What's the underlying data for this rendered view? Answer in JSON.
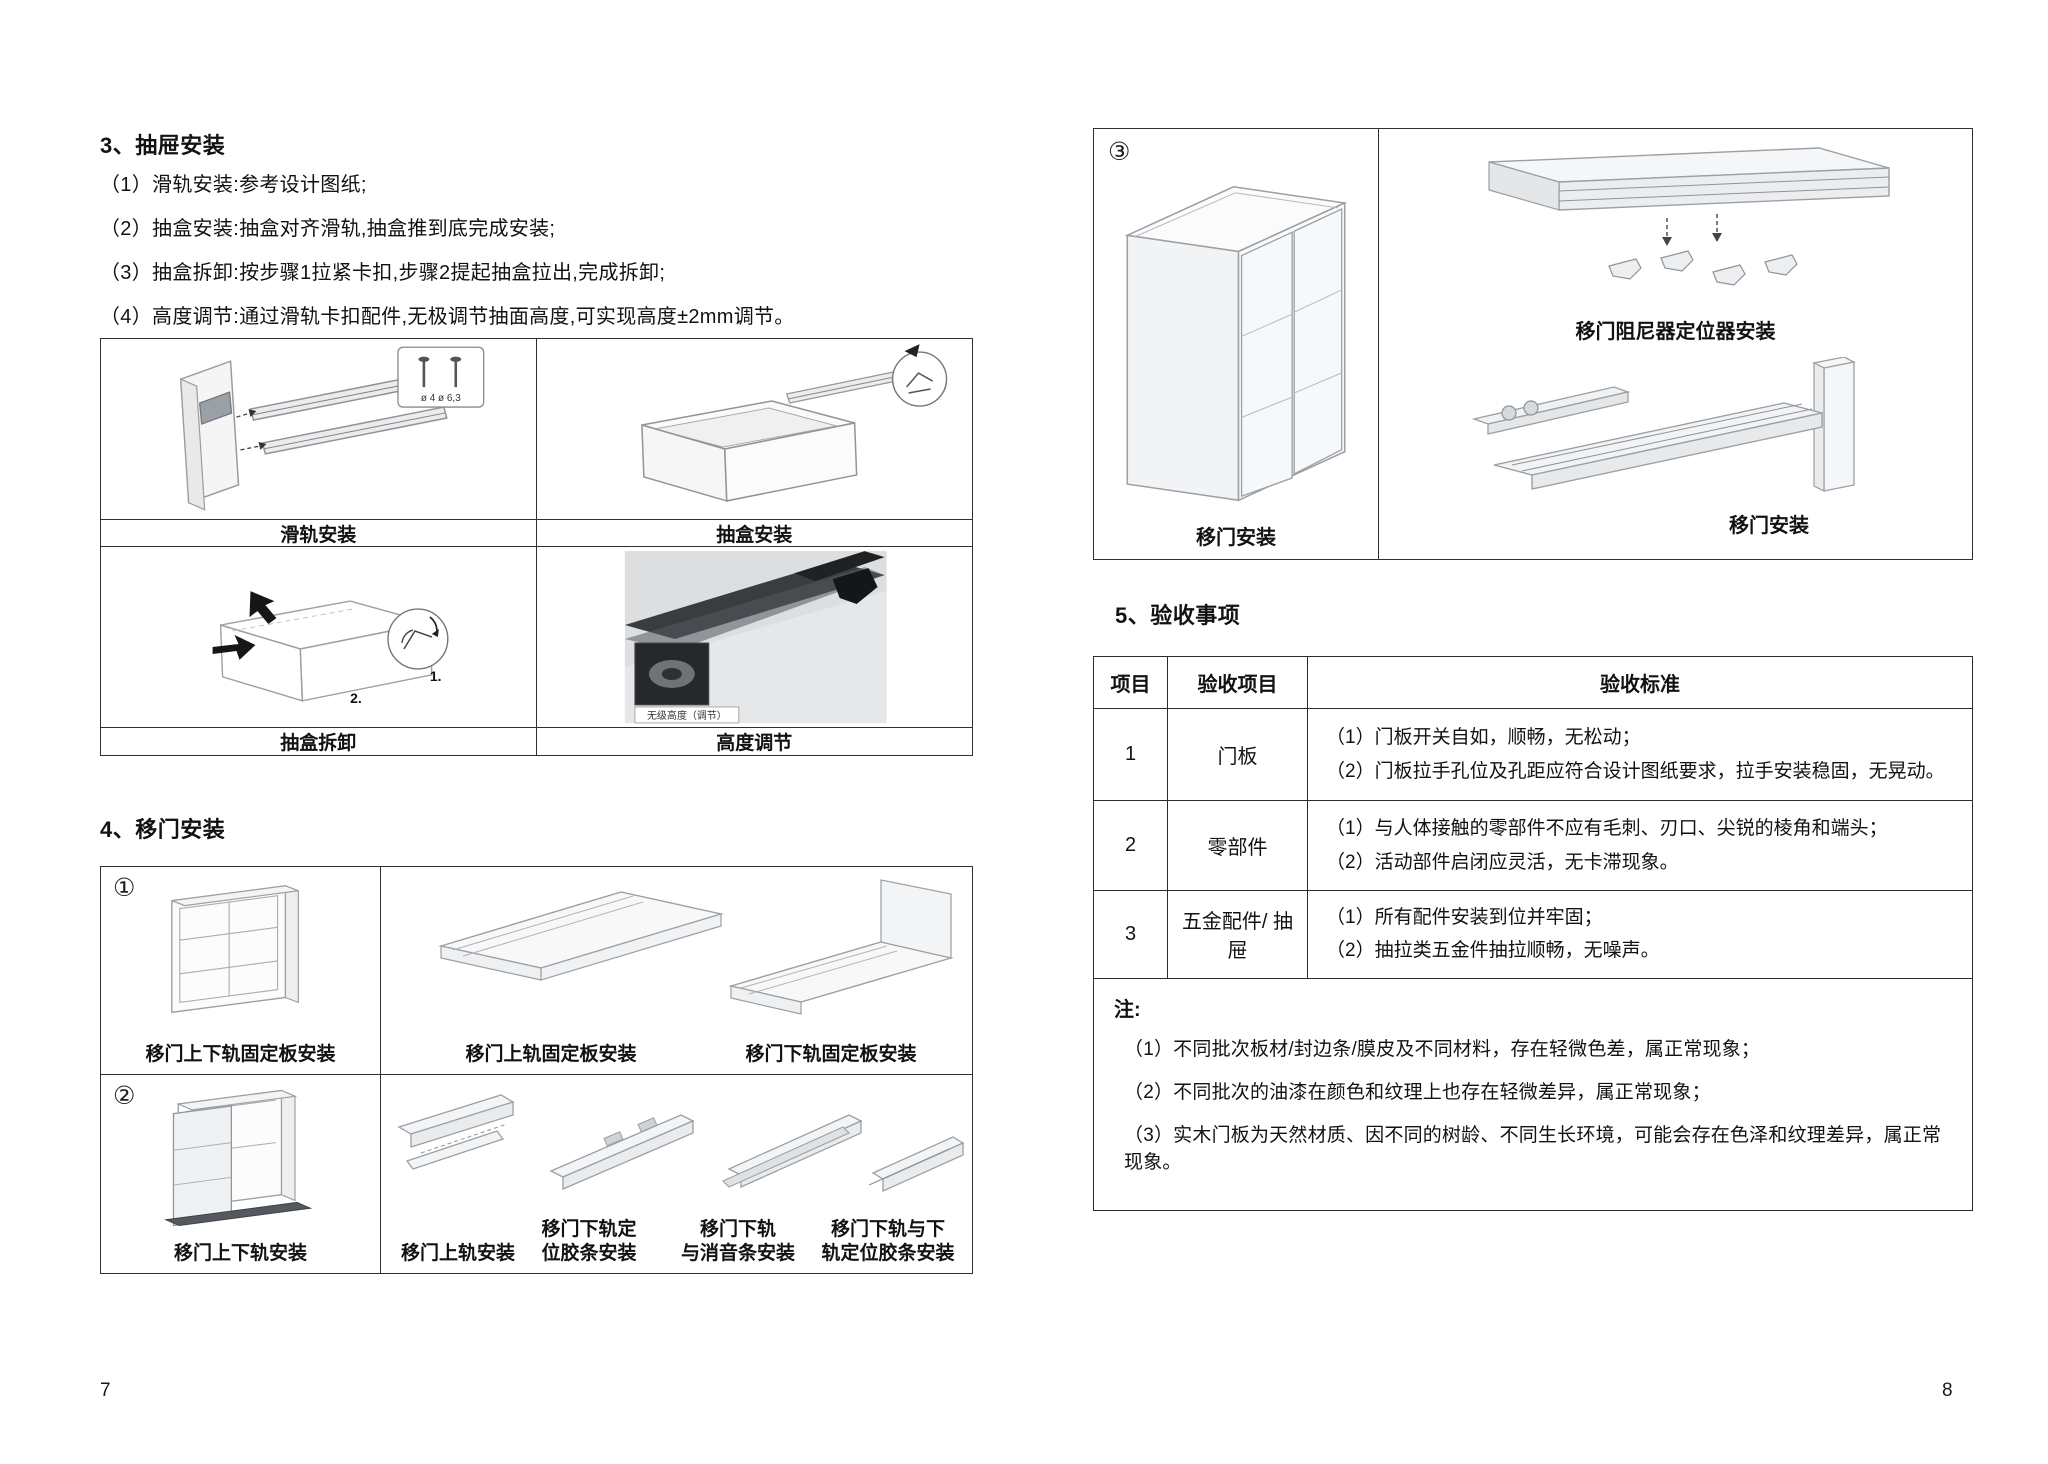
{
  "left_page": {
    "section3_title": "3、抽屉安装",
    "section3_steps": [
      "（1）滑轨安装:参考设计图纸;",
      "（2）抽盒安装:抽盒对齐滑轨,抽盒推到底完成安装;",
      "（3）抽盒拆卸:按步骤1拉紧卡扣,步骤2提起抽盒拉出,完成拆卸;",
      "（4）高度调节:通过滑轨卡扣配件,无极调节抽面高度,可实现高度±2mm调节。"
    ],
    "drawer_table": {
      "labels": [
        "滑轨安装",
        "抽盒安装",
        "抽盒拆卸",
        "高度调节"
      ],
      "screw_note": "ø 4  ø 6,3",
      "step1": "1.",
      "step2": "2.",
      "inset_label": "无级高度（调节）"
    },
    "section4_title": "4、移门安装",
    "door_table": {
      "badge1": "①",
      "badge2": "②",
      "row1_left_label": "移门上下轨固定板安装",
      "row1_label_a": "移门上轨固定板安装",
      "row1_label_b": "移门下轨固定板安装",
      "row2_left_label": "移门上下轨安装",
      "row2_label_a": "移门上轨安装",
      "row2_label_b": "移门下轨定\n位胶条安装",
      "row2_label_c": "移门下轨\n与消音条安装",
      "row2_label_d": "移门下轨与下\n轨定位胶条安装"
    },
    "page_number": "7"
  },
  "right_page": {
    "figure": {
      "badge": "③",
      "wardrobe_label": "移门安装",
      "damper_label": "移门阻尼器定位器安装",
      "rail_label": "移门安装"
    },
    "section5_title": "5、验收事项",
    "acceptance_table": {
      "headers": [
        "项目",
        "验收项目",
        "验收标准"
      ],
      "rows": [
        {
          "no": "1",
          "item": "门板",
          "lines": [
            "（1）门板开关自如，顺畅，无松动；",
            "（2）门板拉手孔位及孔距应符合设计图纸要求，拉手安装稳固，无晃动。"
          ]
        },
        {
          "no": "2",
          "item": "零部件",
          "lines": [
            "（1）与人体接触的零部件不应有毛刺、刃口、尖锐的棱角和端头；",
            "（2）活动部件启闭应灵活，无卡滞现象。"
          ]
        },
        {
          "no": "3",
          "item": "五金配件/ 抽屉",
          "lines": [
            "（1）所有配件安装到位并牢固；",
            "（2）抽拉类五金件抽拉顺畅，无噪声。"
          ]
        }
      ],
      "note_title": "注:",
      "notes": [
        "（1）不同批次板材/封边条/膜皮及不同材料，存在轻微色差，属正常现象；",
        "（2）不同批次的油漆在颜色和纹理上也存在轻微差异，属正常现象；",
        "（3）实木门板为天然材质、因不同的树龄、不同生长环境，可能会存在色泽和纹理差异，属正常现象。"
      ]
    },
    "page_number": "8"
  }
}
